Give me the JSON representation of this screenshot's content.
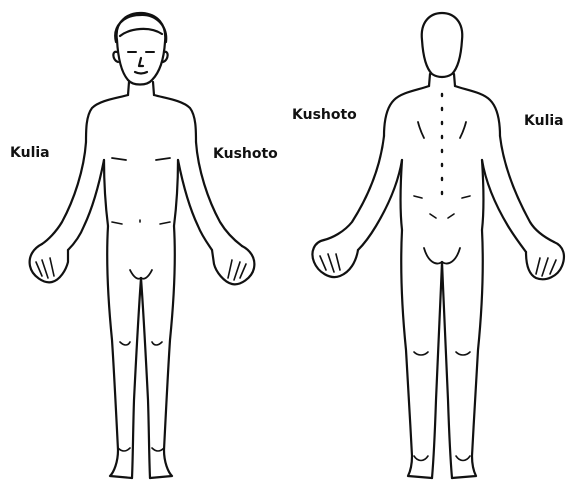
{
  "diagram": {
    "labels": {
      "front_figure_right_side": "Kulia",
      "front_figure_left_side": "Kushoto",
      "back_figure_left_side": "Kushoto",
      "back_figure_right_side": "Kulia"
    },
    "colors": {
      "outline": "#111111",
      "background": "#ffffff"
    }
  }
}
